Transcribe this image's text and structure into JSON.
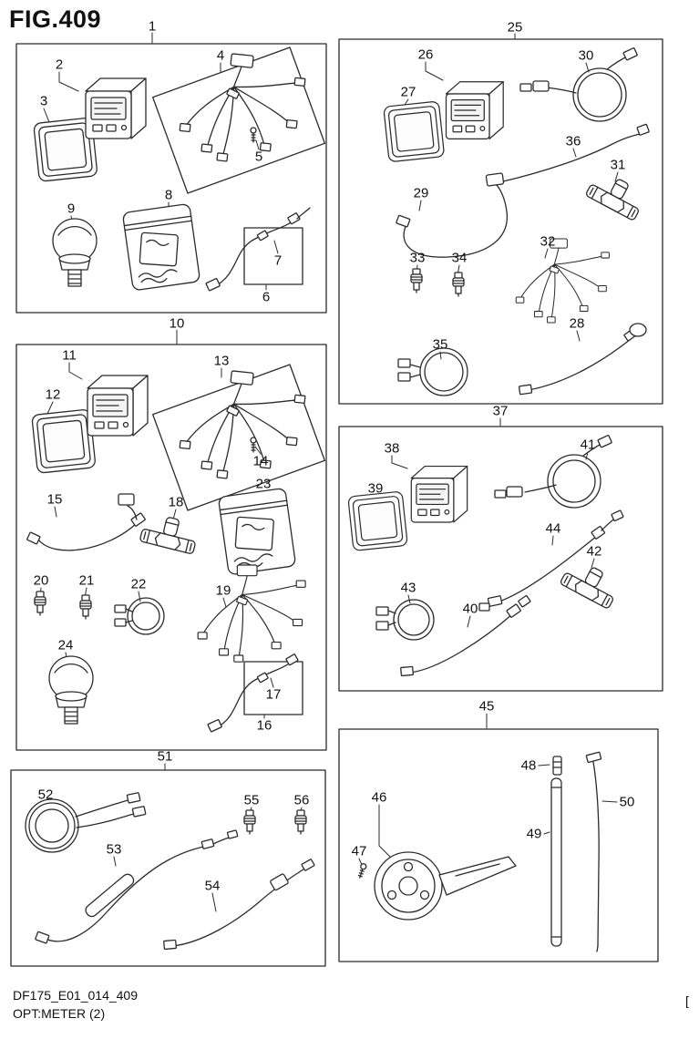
{
  "title": "FIG.409",
  "footer": {
    "code": "DF175_E01_014_409",
    "caption": "OPT:METER (2)",
    "bracket": "["
  },
  "colors": {
    "line": "#2b2b2b",
    "background": "#ffffff"
  },
  "labels": [
    "1",
    "2",
    "3",
    "4",
    "5",
    "6",
    "7",
    "8",
    "9",
    "10",
    "11",
    "12",
    "13",
    "14",
    "15",
    "16",
    "17",
    "18",
    "19",
    "20",
    "21",
    "22",
    "23",
    "24",
    "25",
    "26",
    "27",
    "28",
    "29",
    "30",
    "31",
    "32",
    "33",
    "34",
    "35",
    "36",
    "37",
    "38",
    "39",
    "40",
    "41",
    "42",
    "43",
    "44",
    "45",
    "46",
    "47",
    "48",
    "49",
    "50",
    "51",
    "52",
    "53",
    "54",
    "55",
    "56"
  ]
}
